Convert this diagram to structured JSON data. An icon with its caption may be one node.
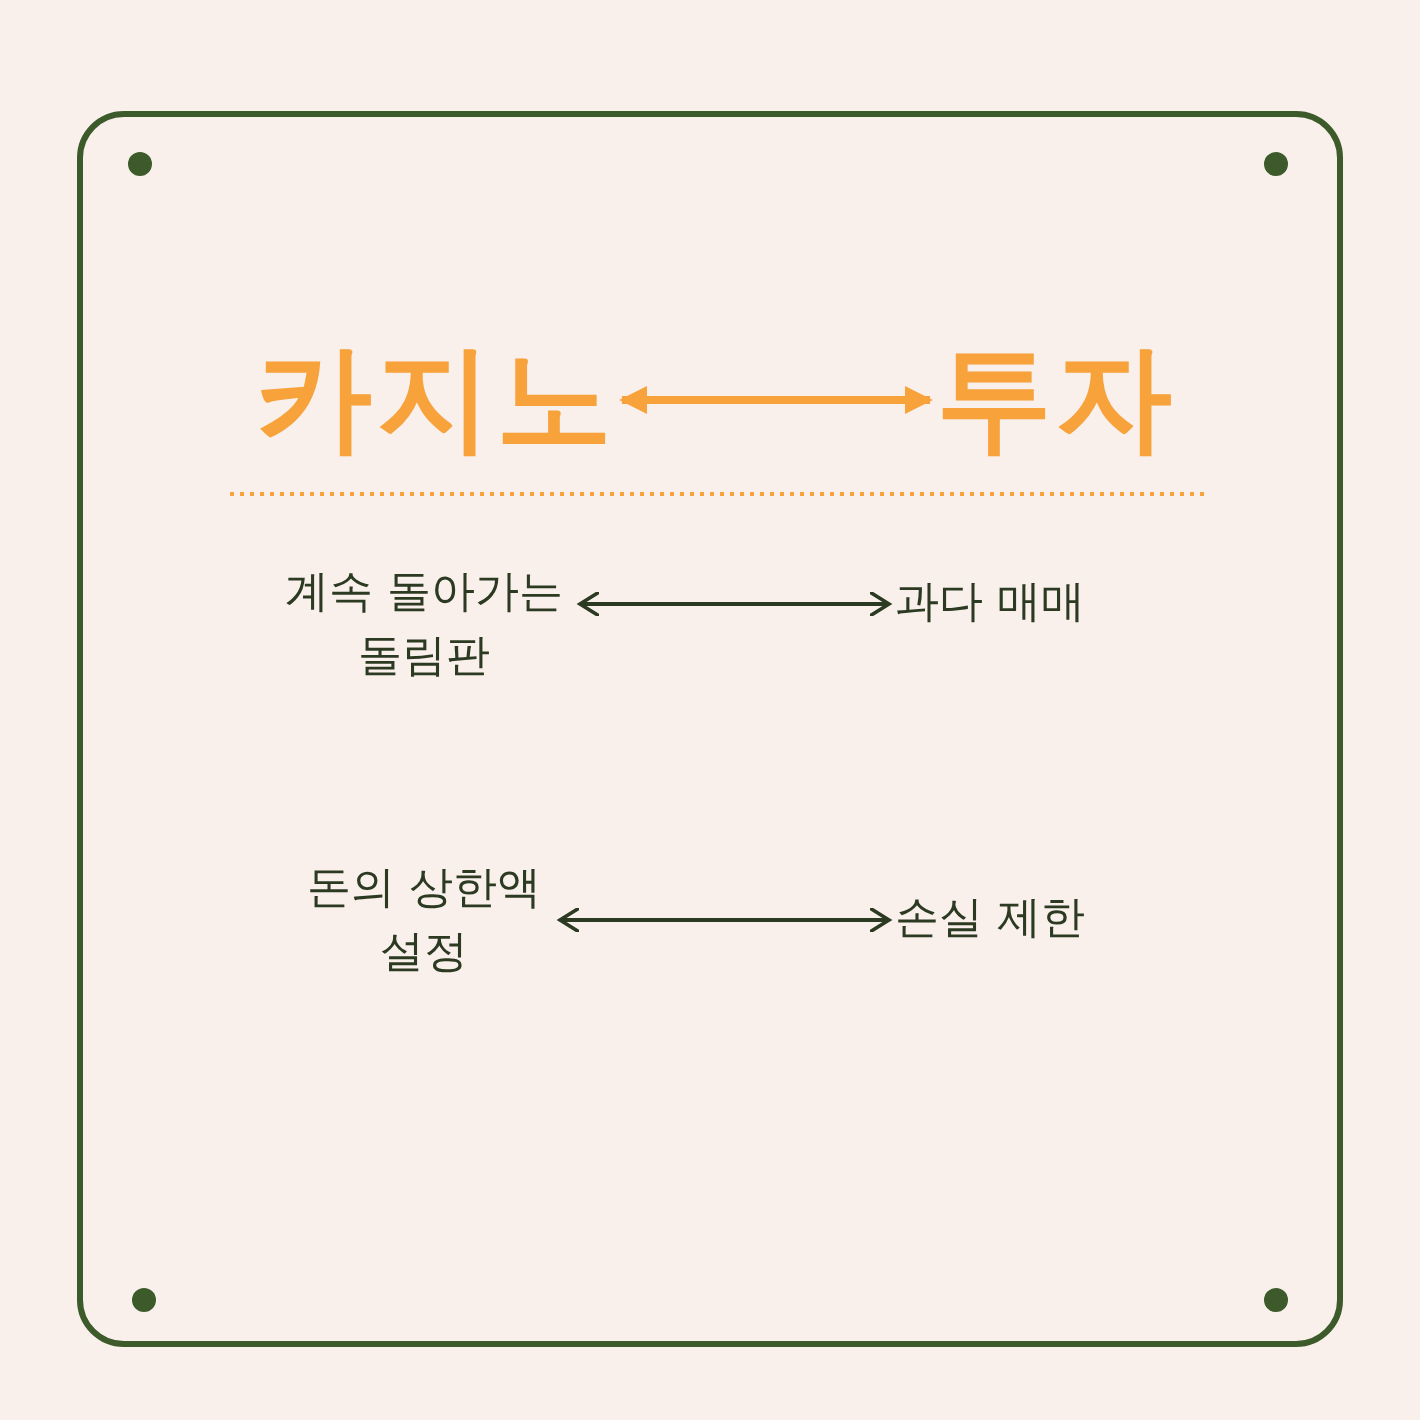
{
  "diagram": {
    "nodes": [
      {
        "text": [
          "카지노"
        ]
      },
      {
        "text": [
          "투자"
        ]
      },
      {
        "text": [
          "계속 돌아가는 돌림판"
        ]
      },
      {
        "text": [
          "과다 매매"
        ]
      },
      {
        "text": [
          "돈의 상한액 설정"
        ]
      },
      {
        "text": [
          "손실 제한"
        ]
      }
    ],
    "edges": [
      {
        "from": 0,
        "to": 1,
        "arrow": "both",
        "style": "thick",
        "color": "#f7a23a"
      },
      {
        "from": 2,
        "to": 3,
        "arrow": "both"
      },
      {
        "from": 4,
        "to": 5,
        "arrow": "both"
      }
    ]
  }
}
